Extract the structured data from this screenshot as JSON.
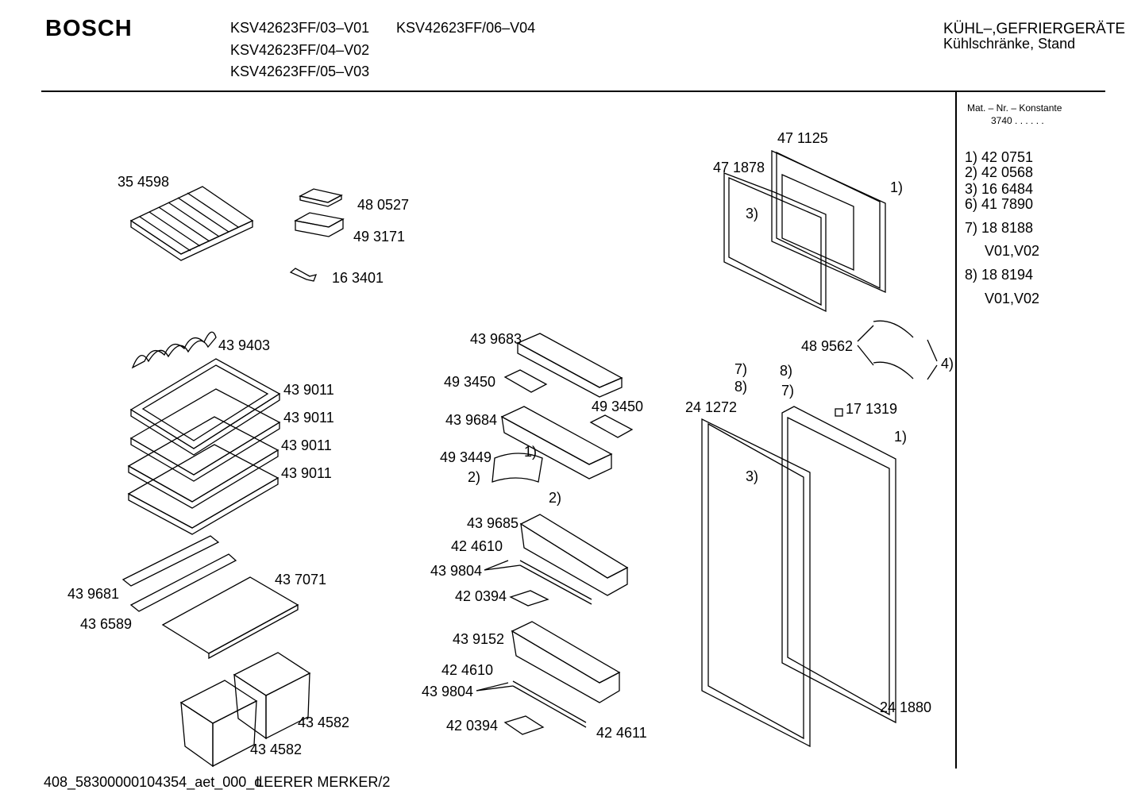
{
  "header": {
    "brand": "BOSCH",
    "models": [
      "KSV42623FF/03–V01",
      "KSV42623FF/06–V04",
      "KSV42623FF/04–V02",
      "KSV42623FF/05–V03"
    ],
    "category": "KÜHL–,GEFRIERGERÄTE",
    "subcategory": "Kühlschränke, Stand"
  },
  "side_panel": {
    "title": "Mat. – Nr. – Konstante",
    "value": "3740  .  .     .  .  .  .",
    "legend": [
      "1) 42 0751",
      "2) 42 0568",
      "3) 16 6484",
      "6) 41 7890",
      "7) 18 8188",
      "V01,V02",
      "8) 18 8194",
      "V01,V02"
    ]
  },
  "parts": {
    "p354598": "35 4598",
    "p480527": "48 0527",
    "p493171": "49 3171",
    "p163401": "16 3401",
    "p439403": "43 9403",
    "p439011_a": "43 9011",
    "p439011_b": "43 9011",
    "p439011_c": "43 9011",
    "p439011_d": "43 9011",
    "p439681": "43 9681",
    "p437071": "43 7071",
    "p436589": "43 6589",
    "p434582_a": "43 4582",
    "p434582_b": "43 4582",
    "p439683": "43 9683",
    "p493450_a": "49 3450",
    "p439684": "43 9684",
    "p493450_b": "49 3450",
    "p493449": "49 3449",
    "p439685": "43 9685",
    "p424610_a": "42 4610",
    "p439804_a": "43 9804",
    "p420394_a": "42 0394",
    "p439152": "43 9152",
    "p424610_b": "42 4610",
    "p439804_b": "43 9804",
    "p420394_b": "42 0394",
    "p424611": "42 4611",
    "p471125": "47 1125",
    "p471878": "47 1878",
    "p489562": "48 9562",
    "p241272": "24 1272",
    "p171319": "17 1319",
    "p241880": "24 1880"
  },
  "callouts": {
    "c1_top": "1)",
    "c3_top": "3)",
    "c4": "4)",
    "c7a": "7)",
    "c8a": "8)",
    "c8b": "8)",
    "c7b": "7)",
    "c1_mid": "1)",
    "c3_mid": "3)",
    "c1_shelf": "1)",
    "c2_left": "2)",
    "c2_right": "2)"
  },
  "footer": "408_58300000104354_aet_000_d",
  "footer_tail": "LEERER MERKER/2"
}
